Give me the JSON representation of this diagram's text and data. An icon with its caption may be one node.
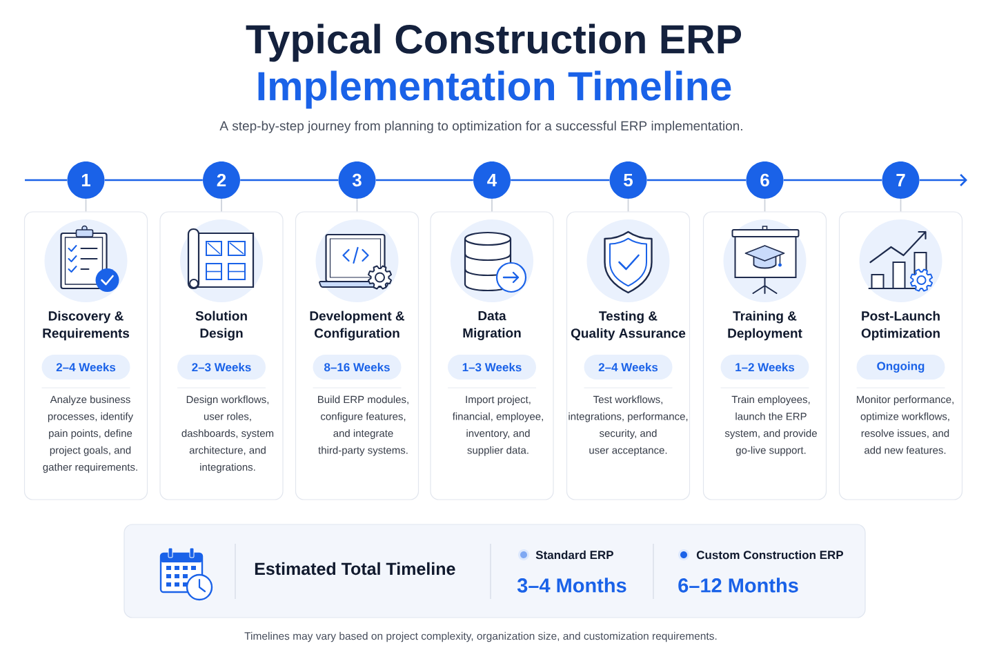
{
  "diagram": {
    "title": "Typical Construction ERP Implementation Timeline",
    "nodes": [
      {
        "text": [
          "1"
        ]
      },
      {
        "text": [
          "2"
        ]
      },
      {
        "text": [
          "3"
        ]
      },
      {
        "text": [
          "4"
        ]
      },
      {
        "text": [
          "5"
        ]
      },
      {
        "text": [
          "6"
        ]
      },
      {
        "text": [
          "7"
        ]
      },
      {
        "text": [
          "Discovery & Requirements",
          "Analyze business processes, identify pain points, define project goals, and gather requirements."
        ]
      },
      {
        "text": [
          "Solution Design",
          "Design workflows, user roles, dashboards, system architecture, and integrations."
        ]
      },
      {
        "text": [
          "Development & Configuration",
          "Build ERP modules, configure features, and integrate third-party systems."
        ]
      },
      {
        "text": [
          "Data Migration",
          "Import project, financial, employee, inventory, and supplier data."
        ]
      },
      {
        "text": [
          "Testing & Quality Assurance",
          "Test workflows, integrations, performance, security, and user acceptance."
        ]
      },
      {
        "text": [
          "Training & Deployment",
          "Train employees, launch the ERP system, and provide go-live support."
        ]
      },
      {
        "text": [
          "Post-Launch Optimization",
          "Monitor performance, optimize workflows, resolve issues, and add new features."
        ]
      },
      {
        "text": [
          "2–4 Weeks"
        ],
        "in": 7
      },
      {
        "text": [
          "2–3 Weeks"
        ],
        "in": 8
      },
      {
        "text": [
          "8–16 Weeks"
        ],
        "in": 9
      },
      {
        "text": [
          "1–3 Weeks"
        ],
        "in": 10
      },
      {
        "text": [
          "2–4 Weeks"
        ],
        "in": 11
      },
      {
        "text": [
          "1–2 Weeks"
        ],
        "in": 12
      },
      {
        "text": [
          "Ongoing"
        ],
        "in": 13
      },
      {
        "text": [
          "Estimated Total Timeline",
          "Standard ERP",
          "3–4 Months",
          "Custom Construction ERP",
          "6–12 Months"
        ]
      }
    ],
    "edges": [
      {
        "from": null,
        "to": 0,
        "arrow": "none"
      },
      {
        "from": 0,
        "to": 1,
        "arrow": "none"
      },
      {
        "from": 1,
        "to": 2,
        "arrow": "none"
      },
      {
        "from": 2,
        "to": 3,
        "arrow": "none"
      },
      {
        "from": 3,
        "to": 4,
        "arrow": "none"
      },
      {
        "from": 4,
        "to": 5,
        "arrow": "none"
      },
      {
        "from": 5,
        "to": 6,
        "arrow": "none"
      },
      {
        "from": 6,
        "to": null,
        "arrow": "to"
      },
      {
        "from": 0,
        "to": 7,
        "arrow": "none",
        "color": "#cdd2db"
      },
      {
        "from": 1,
        "to": 8,
        "arrow": "none",
        "color": "#cdd2db"
      },
      {
        "from": 2,
        "to": 9,
        "arrow": "none",
        "color": "#cdd2db"
      },
      {
        "from": 3,
        "to": 10,
        "arrow": "none",
        "color": "#cdd2db"
      },
      {
        "from": 4,
        "to": 11,
        "arrow": "none",
        "color": "#cdd2db"
      },
      {
        "from": 5,
        "to": 12,
        "arrow": "none",
        "color": "#cdd2db"
      },
      {
        "from": 6,
        "to": 13,
        "arrow": "none",
        "color": "#cdd2db"
      }
    ],
    "labels": [
      "A step-by-step journey from planning to optimization for a successful ERP implementation.",
      "Timelines may vary based on project complexity, organization size, and customization requirements."
    ]
  }
}
